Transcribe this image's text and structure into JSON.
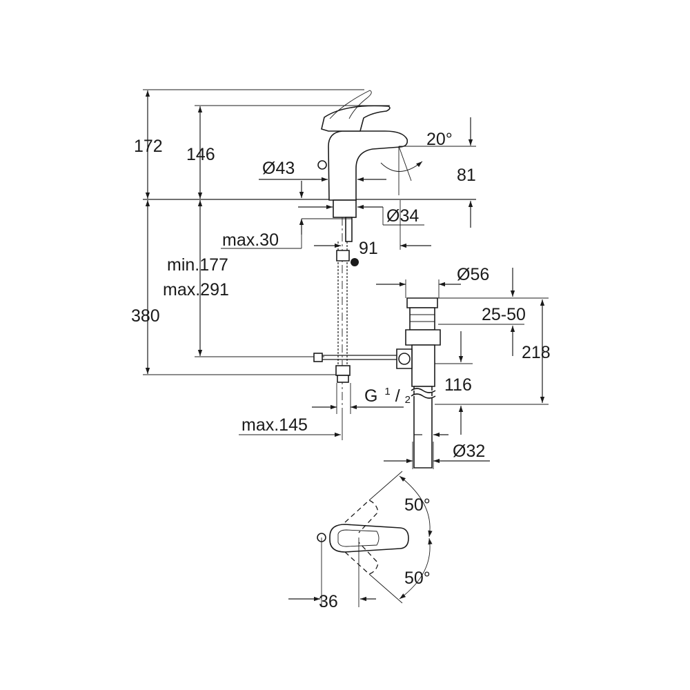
{
  "dimensions": {
    "total_height": "172",
    "spout_height": "146",
    "base_diameter": "Ø43",
    "spout_angle": "20°",
    "spout_clearance": "81",
    "shank_diameter": "Ø34",
    "max_thickness": "max.30",
    "spout_projection": "91",
    "hose_min": "min.177",
    "hose_max": "max.291",
    "below_deck": "380",
    "waste_diameter": "Ø56",
    "waste_thickness": "25-50",
    "waste_height": "218",
    "tailpiece": "116",
    "connection_prefix": "G",
    "connection_num": "1",
    "connection_den": "2",
    "max_offset": "max.145",
    "tail_diameter": "Ø32",
    "lever_angle_top": "50°",
    "lever_angle_bottom": "50°",
    "lever_offset": "36"
  }
}
